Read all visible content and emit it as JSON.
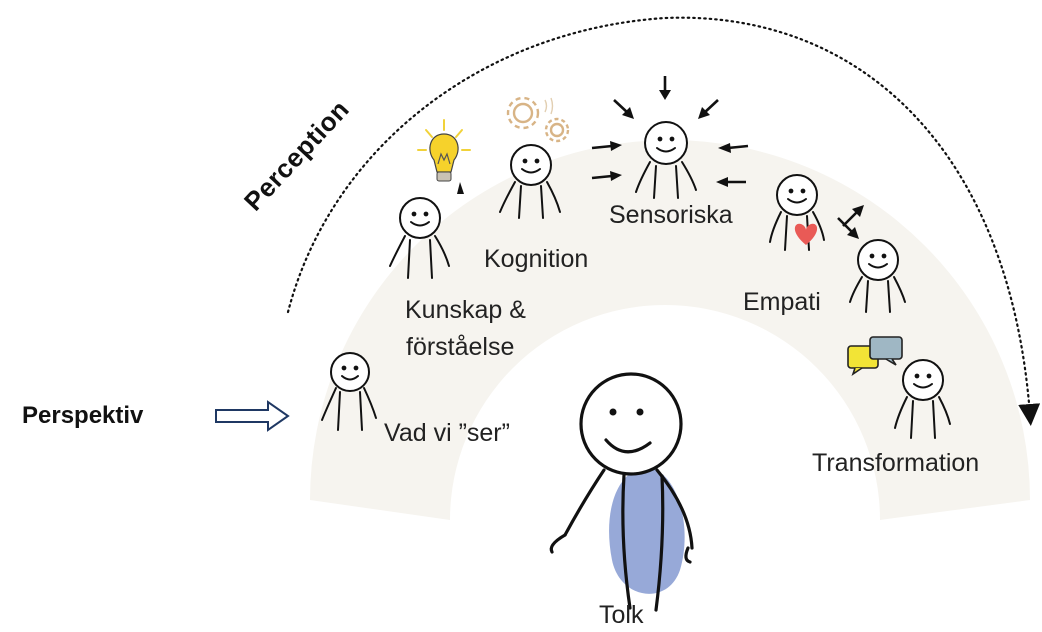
{
  "diagram": {
    "arc_label": "Perception",
    "perspective_label": "Perspektiv",
    "center_label": "Tolk",
    "stages": [
      {
        "id": "vad-vi-ser",
        "label": "Vad vi ”ser”"
      },
      {
        "id": "kunskap",
        "label_line1": "Kunskap &",
        "label_line2": "förståelse"
      },
      {
        "id": "kognition",
        "label": "Kognition"
      },
      {
        "id": "sensoriska",
        "label": "Sensoriska"
      },
      {
        "id": "empati",
        "label": "Empati"
      },
      {
        "id": "transformation",
        "label": "Transformation"
      }
    ]
  },
  "colors": {
    "arc_band": "#f6f4ef",
    "stroke": "#111111",
    "tolk_body": "#97a9d8",
    "bulb": "#f6d22b",
    "gear": "#d8b486",
    "heart": "#e95a56",
    "bubble_yellow": "#f2e436",
    "bubble_grey": "#9fb7c4",
    "perspective_arrow": "#1f3863"
  },
  "icons": [
    "lightbulb-icon",
    "gears-icon",
    "heart-icon",
    "speech-bubbles-icon",
    "arrow-icon"
  ]
}
